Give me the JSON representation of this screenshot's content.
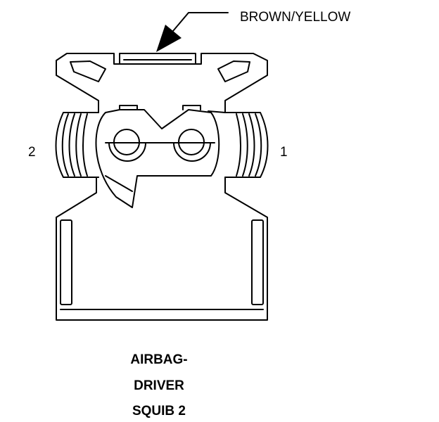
{
  "callout": {
    "wire_color": "BROWN/YELLOW"
  },
  "pins": {
    "left": "2",
    "right": "1"
  },
  "caption": {
    "line1": "AIRBAG-",
    "line2": "DRIVER",
    "line3": "SQUIB 2"
  },
  "colors": {
    "ink": "#000000",
    "background": "#ffffff"
  }
}
